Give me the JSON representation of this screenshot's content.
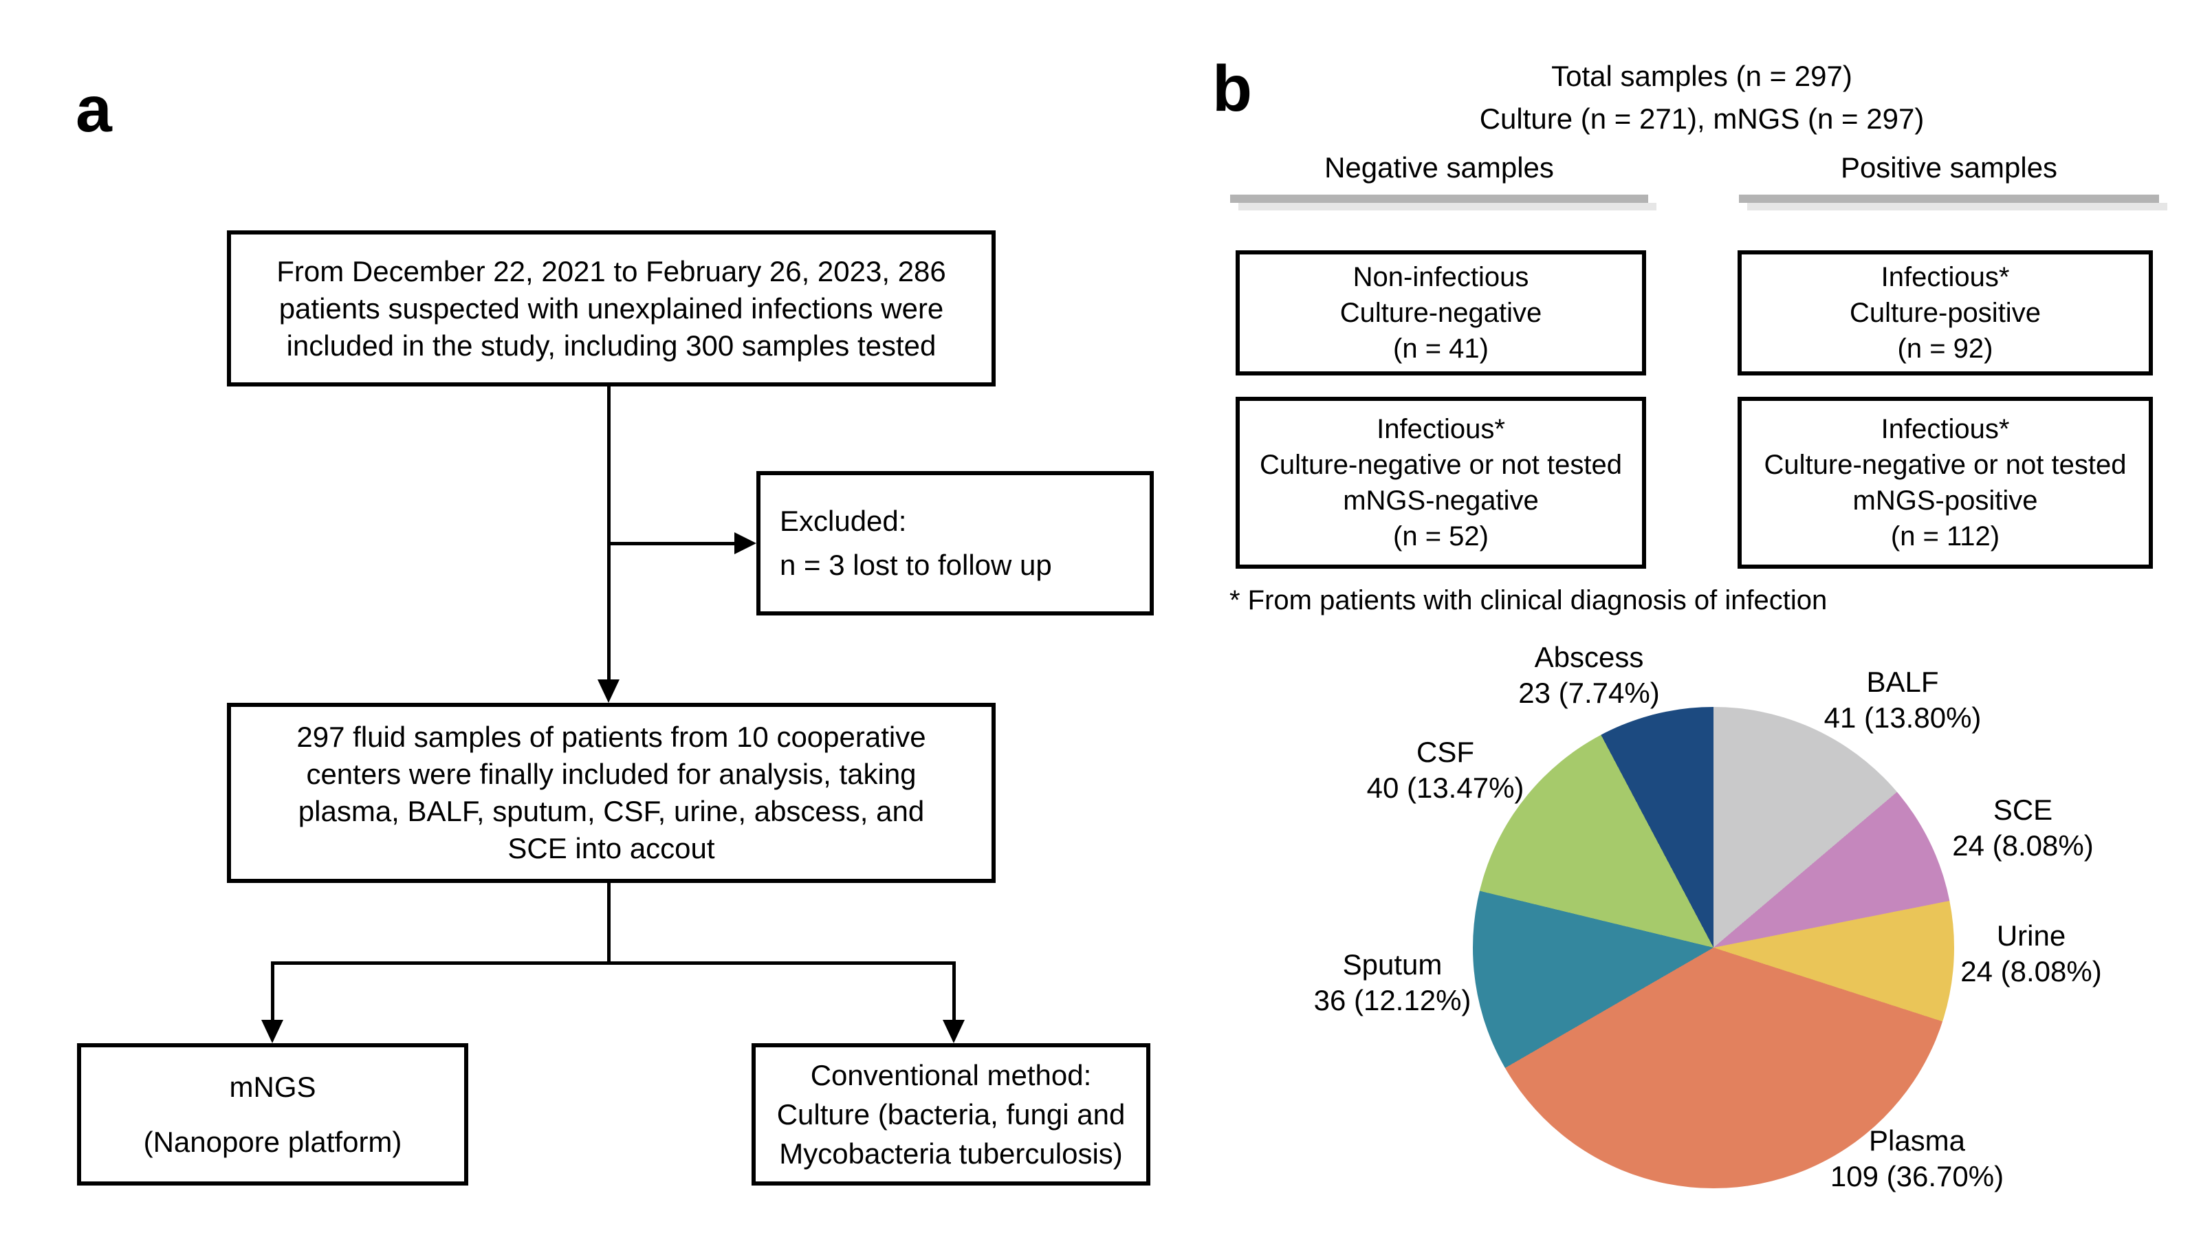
{
  "panel_a": {
    "label": "a",
    "box1_lines": [
      "From December 22, 2021 to February 26, 2023, 286",
      "patients suspected with unexplained infections were",
      "included in the study, including 300 samples tested"
    ],
    "excluded_lines": [
      "Excluded:",
      "n = 3 lost to follow up"
    ],
    "box2_lines": [
      "297 fluid samples of patients from 10 cooperative",
      "centers were finally included for analysis, taking",
      "plasma, BALF, sputum, CSF, urine, abscess, and",
      "SCE into accout"
    ],
    "mngs_lines": [
      "mNGS",
      "(Nanopore platform)"
    ],
    "conventional_lines": [
      "Conventional method:",
      "Culture (bacteria, fungi and",
      "Mycobacteria tuberculosis)"
    ]
  },
  "panel_b": {
    "label": "b",
    "title_line1": "Total samples (n = 297)",
    "title_line2": "Culture (n = 271), mNGS (n = 297)",
    "col_negative": "Negative samples",
    "col_positive": "Positive samples",
    "neg_row1_lines": [
      "Non-infectious",
      "Culture-negative",
      "(n = 41)"
    ],
    "pos_row1_lines": [
      "Infectious*",
      "Culture-positive",
      "(n = 92)"
    ],
    "neg_row2_lines": [
      "Infectious*",
      "Culture-negative or not tested",
      "mNGS-negative",
      "(n = 52)"
    ],
    "pos_row2_lines": [
      "Infectious*",
      "Culture-negative or not tested",
      "mNGS-positive",
      "(n = 112)"
    ],
    "footnote": "* From patients with clinical diagnosis of infection",
    "underline_colors": {
      "dark": "#b3b3b3",
      "light": "#e6e6e6"
    }
  },
  "chart_data": {
    "type": "pie",
    "title": "",
    "total": 297,
    "start_angle_deg": 0,
    "direction": "clockwise",
    "legend_position": "outside-labels",
    "slices": [
      {
        "label": "BALF",
        "count": 41,
        "pct": 13.8,
        "display": "41 (13.80%)",
        "color": "#c9c9ca"
      },
      {
        "label": "SCE",
        "count": 24,
        "pct": 8.08,
        "display": "24 (8.08%)",
        "color": "#c587bd"
      },
      {
        "label": "Urine",
        "count": 24,
        "pct": 8.08,
        "display": "24 (8.08%)",
        "color": "#eac558"
      },
      {
        "label": "Plasma",
        "count": 109,
        "pct": 36.7,
        "display": "109 (36.70%)",
        "color": "#e2815e"
      },
      {
        "label": "Sputum",
        "count": 36,
        "pct": 12.12,
        "display": "36 (12.12%)",
        "color": "#34879e"
      },
      {
        "label": "CSF",
        "count": 40,
        "pct": 13.47,
        "display": "40 (13.47%)",
        "color": "#a6ca6b"
      },
      {
        "label": "Abscess",
        "count": 23,
        "pct": 7.74,
        "display": "23 (7.74%)",
        "color": "#1c4a80"
      }
    ]
  }
}
